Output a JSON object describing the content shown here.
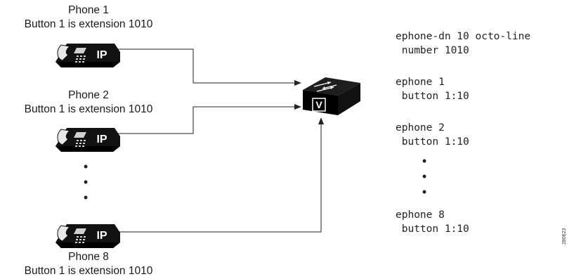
{
  "phones": [
    {
      "name": "Phone 1",
      "desc": "Button 1 is extension 1010",
      "icon": "ip-phone-icon",
      "badge": "IP"
    },
    {
      "name": "Phone 2",
      "desc": "Button 1 is extension 1010",
      "icon": "ip-phone-icon",
      "badge": "IP"
    },
    {
      "name": "Phone 8",
      "desc": "Button 1 is extension 1010",
      "icon": "ip-phone-icon",
      "badge": "IP"
    }
  ],
  "switch": {
    "icon": "voice-switch-icon",
    "letter": "V"
  },
  "config": [
    [
      "ephone-dn 10 octo-line",
      " number 1010"
    ],
    [
      "ephone 1",
      " button 1:10"
    ],
    [
      "ephone 2",
      " button 1:10"
    ],
    [
      "ephone 8",
      " button 1:10"
    ]
  ],
  "figure_id": "280623"
}
